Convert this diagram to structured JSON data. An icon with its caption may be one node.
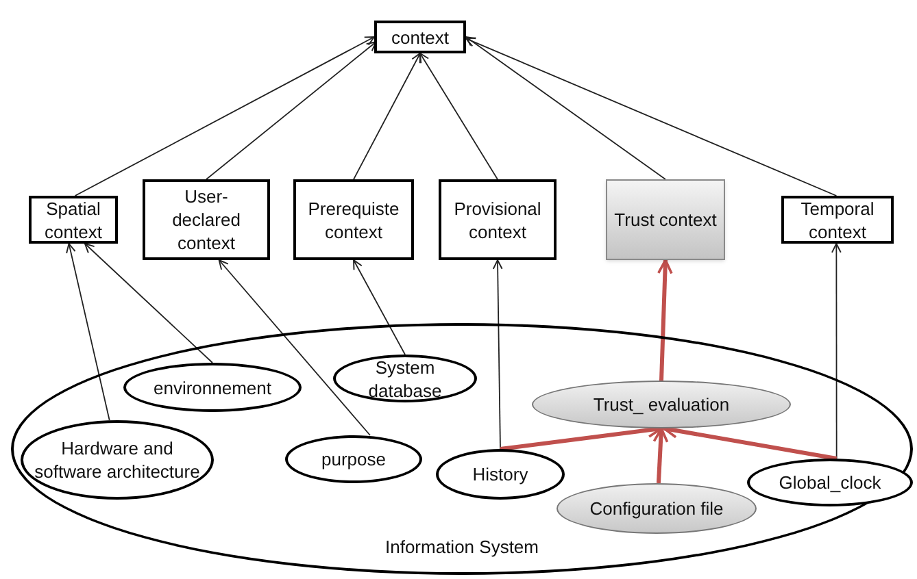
{
  "diagram": {
    "nodes": [
      {
        "text": [
          "context"
        ]
      },
      {
        "text": [
          "Spatial context"
        ]
      },
      {
        "text": [
          "User-declared context"
        ]
      },
      {
        "text": [
          "Prerequiste context"
        ]
      },
      {
        "text": [
          "Provisional context"
        ]
      },
      {
        "text": [
          "Trust context"
        ]
      },
      {
        "text": [
          "Temporal context"
        ]
      },
      {
        "text": [
          "Information System"
        ]
      },
      {
        "text": [
          "environnement"
        ],
        "in": 7
      },
      {
        "text": [
          "System database"
        ],
        "in": 7
      },
      {
        "text": [
          "Hardware and software architecture"
        ],
        "in": 7
      },
      {
        "text": [
          "purpose"
        ],
        "in": 7
      },
      {
        "text": [
          "Trust_ evaluation"
        ],
        "in": 7
      },
      {
        "text": [
          "History"
        ],
        "in": 7
      },
      {
        "text": [
          "Configuration file"
        ],
        "in": 7
      },
      {
        "text": [
          "Global_clock"
        ],
        "in": 7
      }
    ],
    "edges": [
      {
        "from": 1,
        "to": 0,
        "arrow": "to"
      },
      {
        "from": 2,
        "to": 0,
        "arrow": "to"
      },
      {
        "from": 3,
        "to": 0,
        "arrow": "to"
      },
      {
        "from": 4,
        "to": 0,
        "arrow": "to"
      },
      {
        "from": 5,
        "to": 0,
        "arrow": "to"
      },
      {
        "from": 6,
        "to": 0,
        "arrow": "to"
      },
      {
        "from": 10,
        "to": 1,
        "arrow": "to"
      },
      {
        "from": 8,
        "to": 1,
        "arrow": "to"
      },
      {
        "from": 11,
        "to": 2,
        "arrow": "to"
      },
      {
        "from": 9,
        "to": 3,
        "arrow": "to"
      },
      {
        "from": 13,
        "to": 4,
        "arrow": "to"
      },
      {
        "from": 15,
        "to": 6,
        "arrow": "to"
      },
      {
        "from": 12,
        "to": 5,
        "arrow": "to",
        "style": "thick",
        "color": "#c0504d"
      },
      {
        "from": 13,
        "to": 12,
        "arrow": "to",
        "style": "thick",
        "color": "#c0504d"
      },
      {
        "from": 14,
        "to": 12,
        "arrow": "to",
        "style": "thick",
        "color": "#c0504d"
      },
      {
        "from": 15,
        "to": 12,
        "arrow": "to",
        "style": "thick",
        "color": "#c0504d"
      }
    ]
  }
}
